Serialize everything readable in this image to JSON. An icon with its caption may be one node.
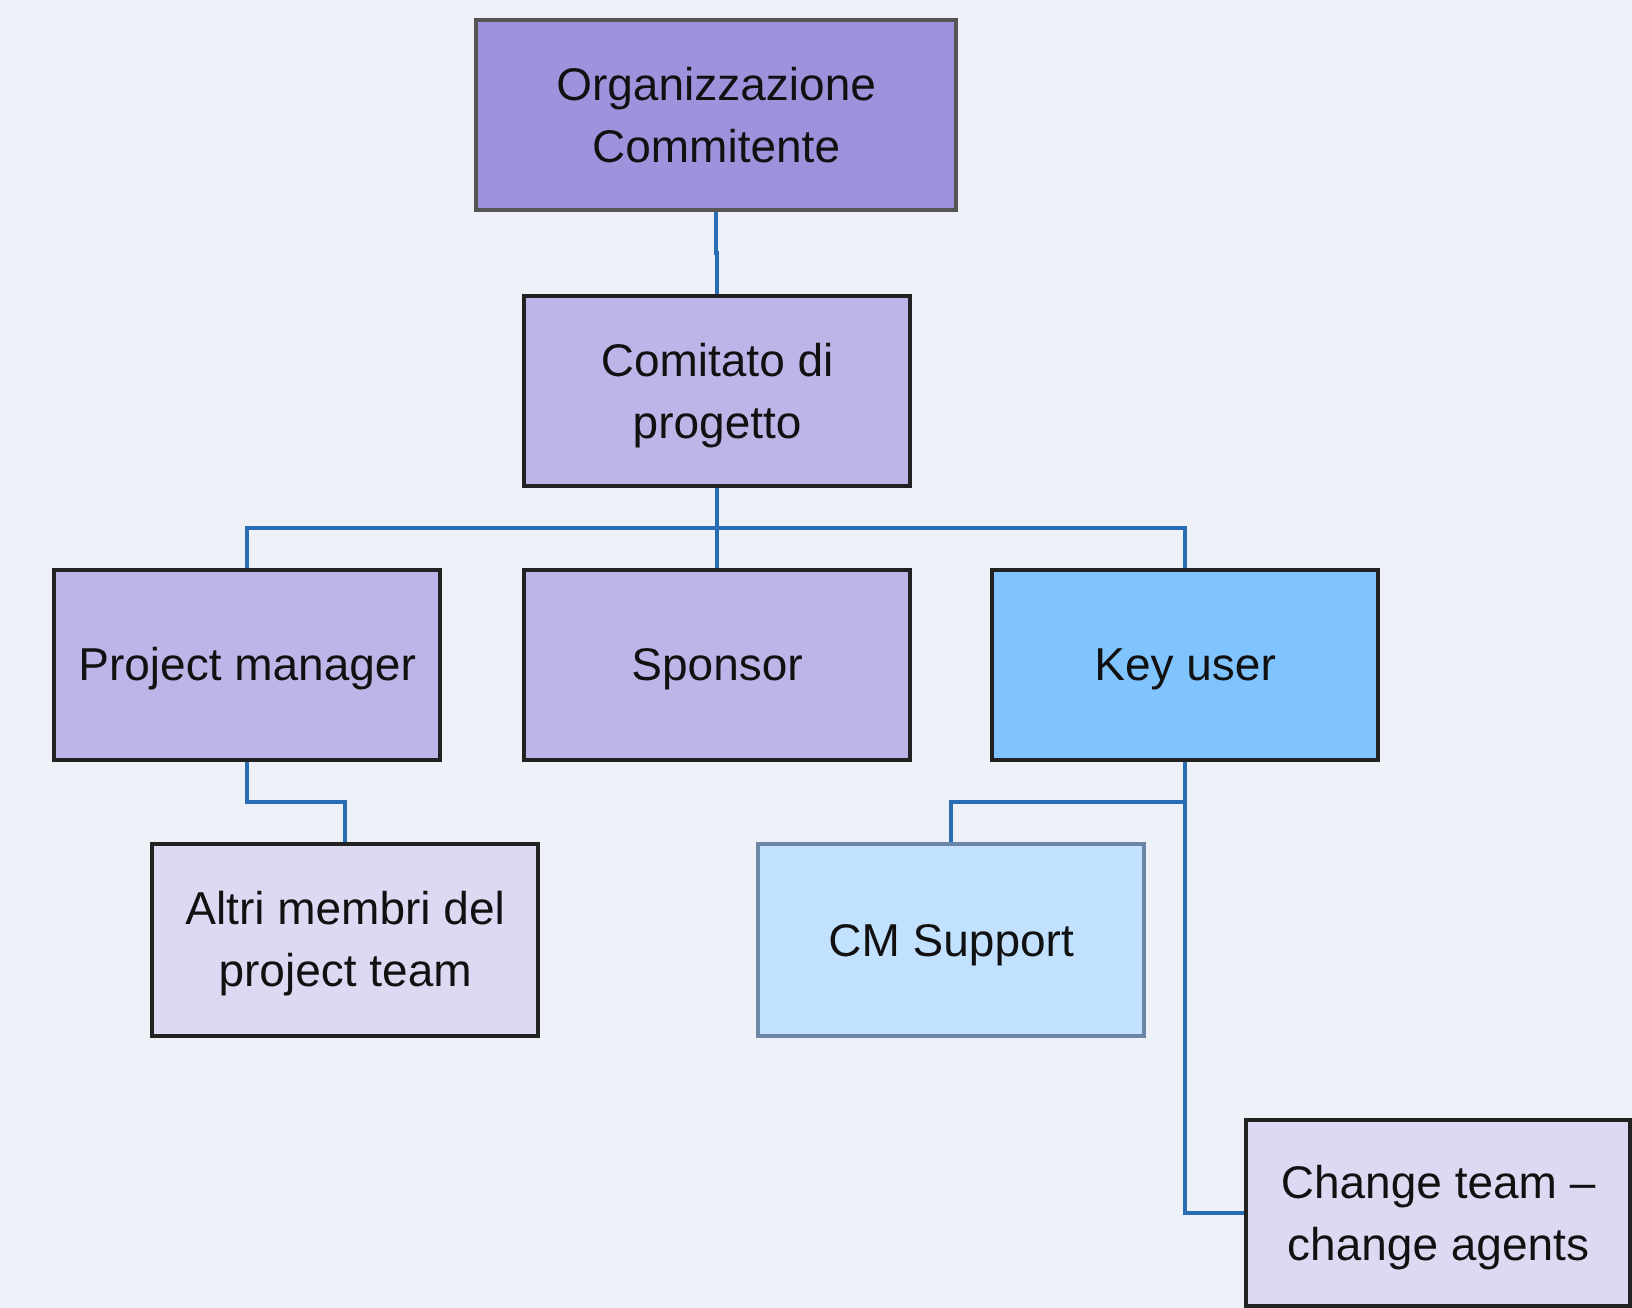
{
  "diagram": {
    "nodes": [
      {
        "text": [
          "Organizzazione Commitente"
        ]
      },
      {
        "text": [
          "Comitato di progetto"
        ]
      },
      {
        "text": [
          "Project manager"
        ]
      },
      {
        "text": [
          "Sponsor"
        ]
      },
      {
        "text": [
          "Key user"
        ]
      },
      {
        "text": [
          "Altri membri del project team"
        ]
      },
      {
        "text": [
          "CM Support"
        ]
      },
      {
        "text": [
          "Change team – change agents"
        ]
      }
    ],
    "edges": [
      {
        "from": 0,
        "to": 1,
        "arrow": "none"
      },
      {
        "from": 1,
        "to": 2,
        "arrow": "none"
      },
      {
        "from": 1,
        "to": 3,
        "arrow": "none"
      },
      {
        "from": 1,
        "to": 4,
        "arrow": "none"
      },
      {
        "from": 2,
        "to": 5,
        "arrow": "none"
      },
      {
        "from": 4,
        "to": 6,
        "arrow": "none"
      },
      {
        "from": 4,
        "to": 7,
        "arrow": "none"
      }
    ]
  }
}
